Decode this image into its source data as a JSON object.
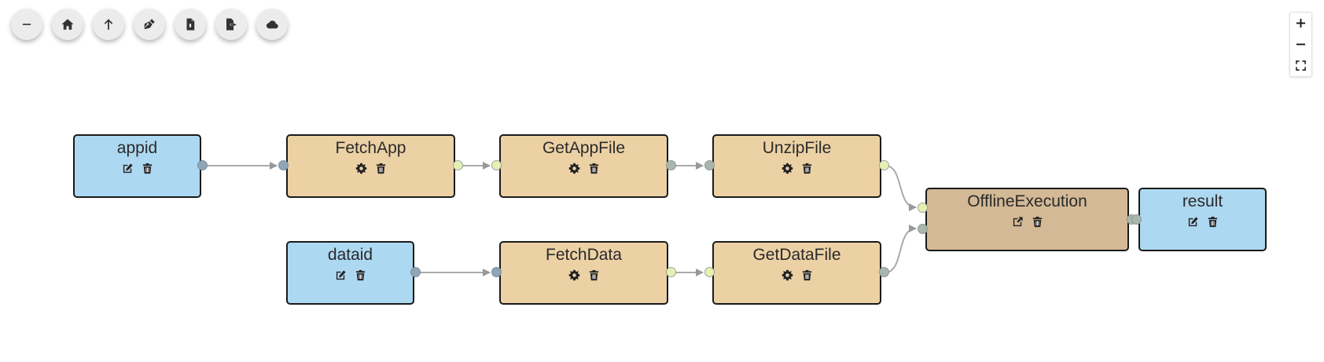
{
  "toolbar": {
    "buttons": [
      {
        "name": "collapse-button",
        "icon": "minus-icon"
      },
      {
        "name": "home-button",
        "icon": "home-icon"
      },
      {
        "name": "upload-button",
        "icon": "arrow-up-icon"
      },
      {
        "name": "edit-button",
        "icon": "pen-icon"
      },
      {
        "name": "file-button",
        "icon": "file-icon"
      },
      {
        "name": "export-button",
        "icon": "file-export-icon"
      },
      {
        "name": "cloud-button",
        "icon": "cloud-icon"
      }
    ]
  },
  "zoom_controls": {
    "zoom_in": "+",
    "zoom_out": "−",
    "fit": "fit-screen-icon"
  },
  "nodes": {
    "appid": {
      "label": "appid",
      "kind": "input",
      "actions": [
        "edit-icon",
        "trash-icon"
      ]
    },
    "fetchapp": {
      "label": "FetchApp",
      "kind": "operation",
      "actions": [
        "gear-icon",
        "trash-icon"
      ]
    },
    "getappfile": {
      "label": "GetAppFile",
      "kind": "operation",
      "actions": [
        "gear-icon",
        "trash-icon"
      ]
    },
    "unzipfile": {
      "label": "UnzipFile",
      "kind": "operation",
      "actions": [
        "gear-icon",
        "trash-icon"
      ]
    },
    "dataid": {
      "label": "dataid",
      "kind": "input",
      "actions": [
        "edit-icon",
        "trash-icon"
      ]
    },
    "fetchdata": {
      "label": "FetchData",
      "kind": "operation",
      "actions": [
        "gear-icon",
        "trash-icon"
      ]
    },
    "getdatafile": {
      "label": "GetDataFile",
      "kind": "operation",
      "actions": [
        "gear-icon",
        "trash-icon"
      ]
    },
    "offlineexecution": {
      "label": "OfflineExecution",
      "kind": "subworkflow",
      "actions": [
        "external-link-icon",
        "trash-icon"
      ]
    },
    "result": {
      "label": "result",
      "kind": "output",
      "actions": [
        "edit-icon",
        "trash-icon"
      ]
    }
  },
  "edges": [
    {
      "from": "appid",
      "to": "fetchapp"
    },
    {
      "from": "fetchapp",
      "to": "getappfile"
    },
    {
      "from": "getappfile",
      "to": "unzipfile"
    },
    {
      "from": "unzipfile",
      "to": "offlineexecution"
    },
    {
      "from": "dataid",
      "to": "fetchdata"
    },
    {
      "from": "fetchdata",
      "to": "getdatafile"
    },
    {
      "from": "getdatafile",
      "to": "offlineexecution"
    },
    {
      "from": "offlineexecution",
      "to": "result"
    }
  ],
  "colors": {
    "input_node": "#add8f1",
    "operation_node": "#ecd1a5",
    "subworkflow_node": "#d3b995",
    "edge": "#aaaaaa",
    "node_border": "#1a1a1a"
  }
}
